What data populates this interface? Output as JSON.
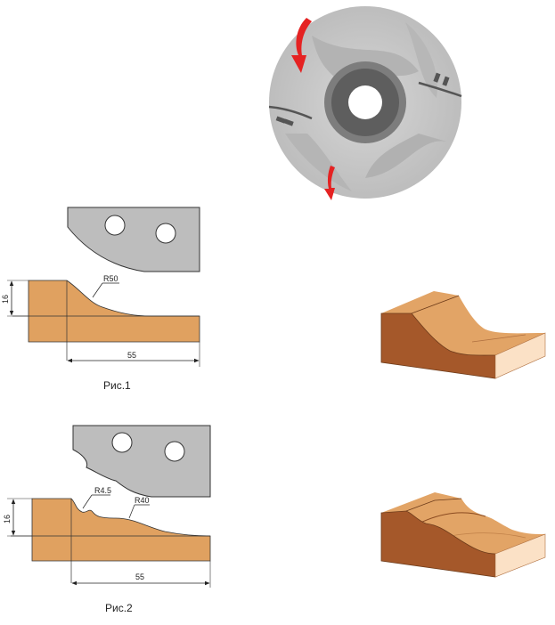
{
  "figure1": {
    "caption": "Рис.1",
    "radius_label": "R50",
    "height_label": "16",
    "width_label": "55"
  },
  "figure2": {
    "caption": "Рис.2",
    "radius_small_label": "R4.5",
    "radius_large_label": "R40",
    "height_label": "16",
    "width_label": "55"
  },
  "colors": {
    "wood_face": "#E0A160",
    "wood_top": "#E7B278",
    "wood_side": "#A5582A",
    "wood_end": "#FBE1C6",
    "knife_blade": "#BDBDBD",
    "cutter_disc": "#C8C8C8",
    "cutter_hub": "#666666",
    "rotation_arrow": "#E52222",
    "dimension_line": "#222222"
  },
  "icons": [
    "cutter-head-icon",
    "rotation-arrow-icon",
    "knife-blade-icon",
    "wood-profile-3d-icon"
  ]
}
